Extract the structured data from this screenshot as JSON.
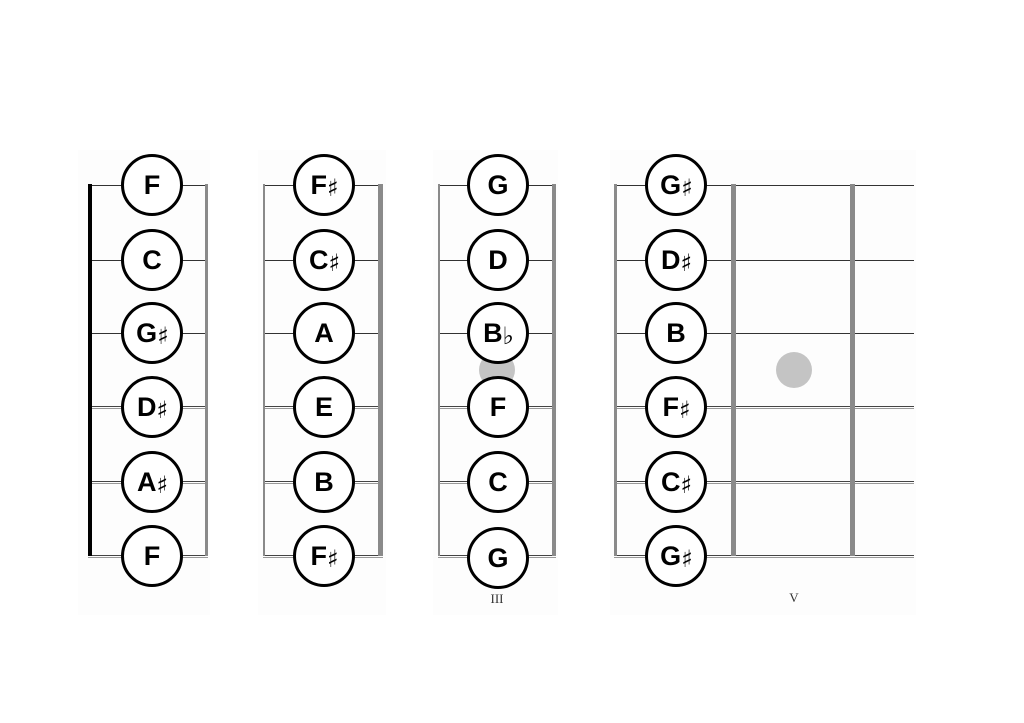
{
  "diagram": {
    "title": "",
    "string_y": [
      185,
      260,
      333,
      407,
      482,
      556
    ],
    "colors": {
      "note_border": "#000000",
      "fret": "#8a8a8a",
      "nut": "#000000",
      "marker": "#c4c4c4"
    },
    "panels": [
      {
        "id": "panel-1",
        "position": "open",
        "notes": [
          {
            "letter": "F",
            "accidental": ""
          },
          {
            "letter": "C",
            "accidental": ""
          },
          {
            "letter": "G",
            "accidental": "♯"
          },
          {
            "letter": "D",
            "accidental": "♯"
          },
          {
            "letter": "A",
            "accidental": "♯"
          },
          {
            "letter": "F",
            "accidental": ""
          }
        ],
        "label": ""
      },
      {
        "id": "panel-2",
        "position": "fret 1",
        "notes": [
          {
            "letter": "F",
            "accidental": "♯"
          },
          {
            "letter": "C",
            "accidental": "♯"
          },
          {
            "letter": "A",
            "accidental": ""
          },
          {
            "letter": "E",
            "accidental": ""
          },
          {
            "letter": "B",
            "accidental": ""
          },
          {
            "letter": "F",
            "accidental": "♯"
          }
        ],
        "label": ""
      },
      {
        "id": "panel-3",
        "position": "fret 2",
        "notes": [
          {
            "letter": "G",
            "accidental": ""
          },
          {
            "letter": "D",
            "accidental": ""
          },
          {
            "letter": "B",
            "accidental": "♭"
          },
          {
            "letter": "F",
            "accidental": ""
          },
          {
            "letter": "C",
            "accidental": ""
          },
          {
            "letter": "G",
            "accidental": ""
          }
        ],
        "label": "III",
        "marker": true
      },
      {
        "id": "panel-4",
        "position": "fret 3",
        "notes": [
          {
            "letter": "G",
            "accidental": "♯"
          },
          {
            "letter": "D",
            "accidental": "♯"
          },
          {
            "letter": "B",
            "accidental": ""
          },
          {
            "letter": "F",
            "accidental": "♯"
          },
          {
            "letter": "C",
            "accidental": "♯"
          },
          {
            "letter": "G",
            "accidental": "♯"
          }
        ],
        "label": "V",
        "marker": true
      }
    ]
  }
}
